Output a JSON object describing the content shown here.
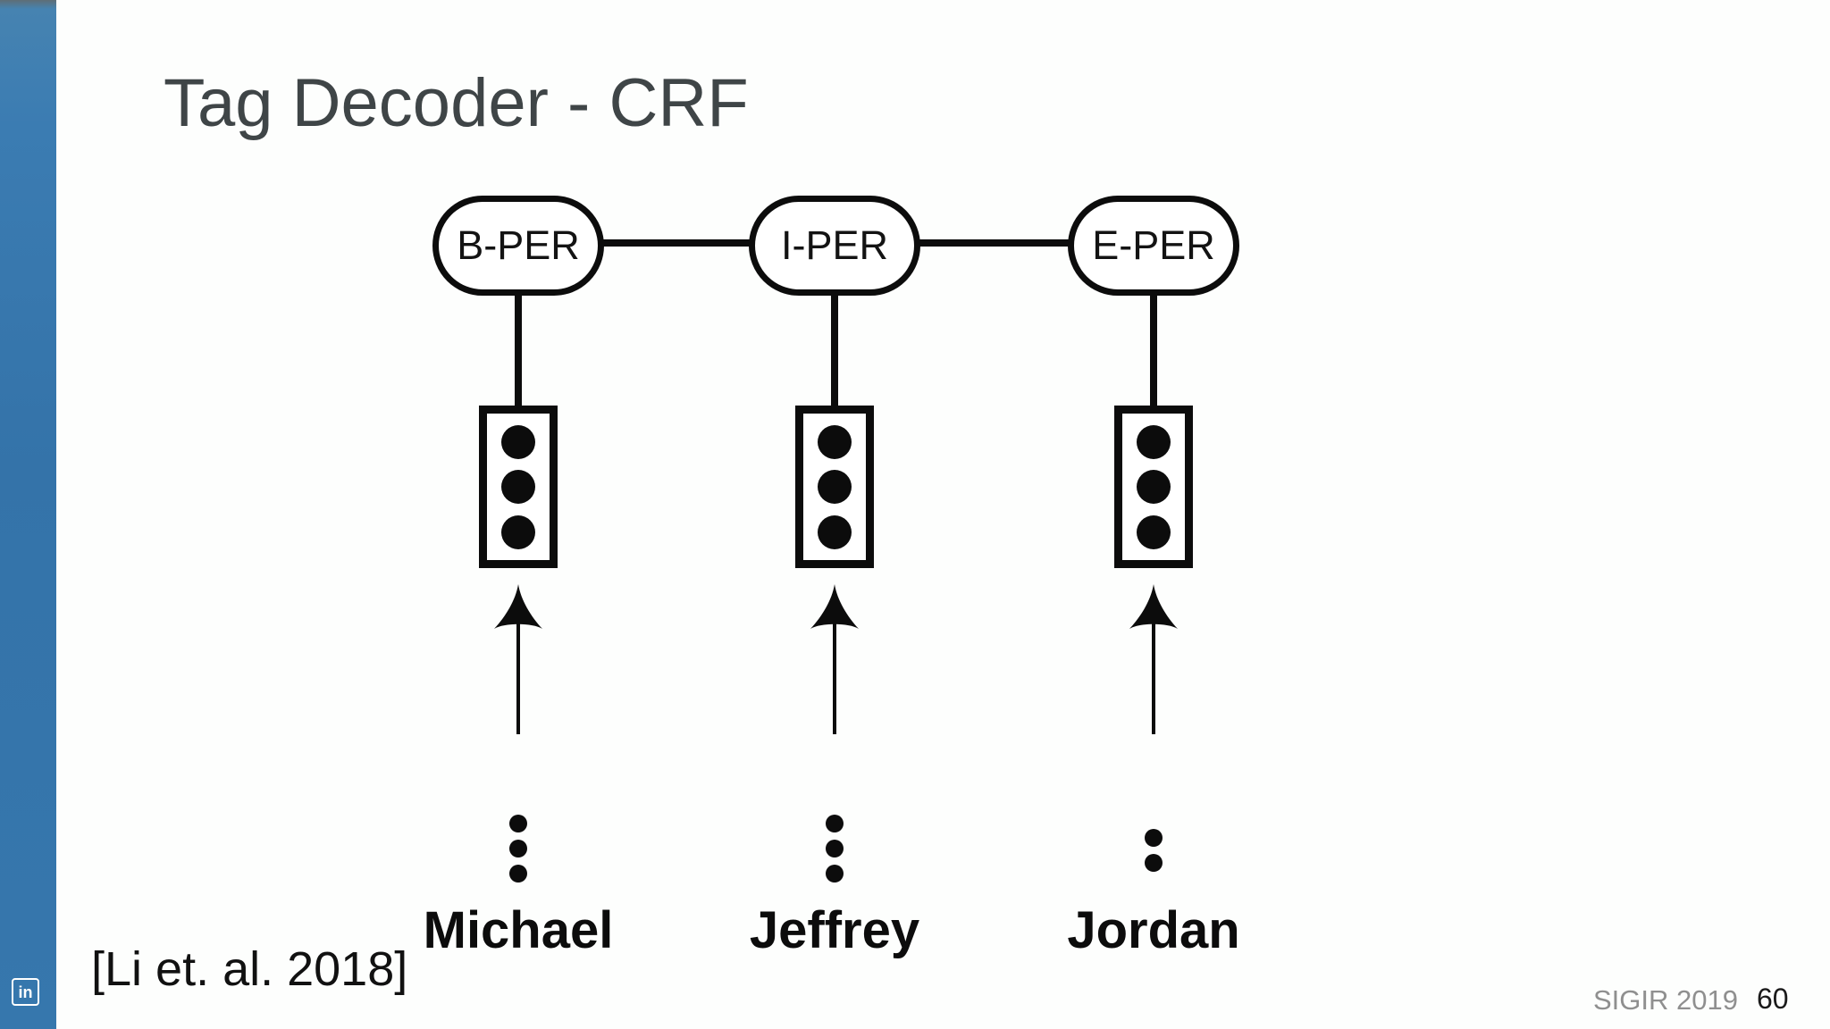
{
  "slide": {
    "title": "Tag Decoder - CRF",
    "citation": "[Li et. al. 2018]",
    "footer": {
      "conference": "SIGIR 2019",
      "page": "60"
    },
    "sidebar": {
      "linkedin_label": "in"
    }
  },
  "diagram": {
    "columns": [
      {
        "tag": "B-PER",
        "word": "Michael",
        "ellipsis_dots": 3,
        "vector_dots": 3
      },
      {
        "tag": "I-PER",
        "word": "Jeffrey",
        "ellipsis_dots": 3,
        "vector_dots": 3
      },
      {
        "tag": "E-PER",
        "word": "Jordan",
        "ellipsis_dots": 2,
        "vector_dots": 3
      }
    ]
  },
  "colors": {
    "sidebar_blue": "#3677ad",
    "title_gray": "#3f4547",
    "footer_gray": "#8f8f8f",
    "ink_black": "#0c0c0c"
  }
}
